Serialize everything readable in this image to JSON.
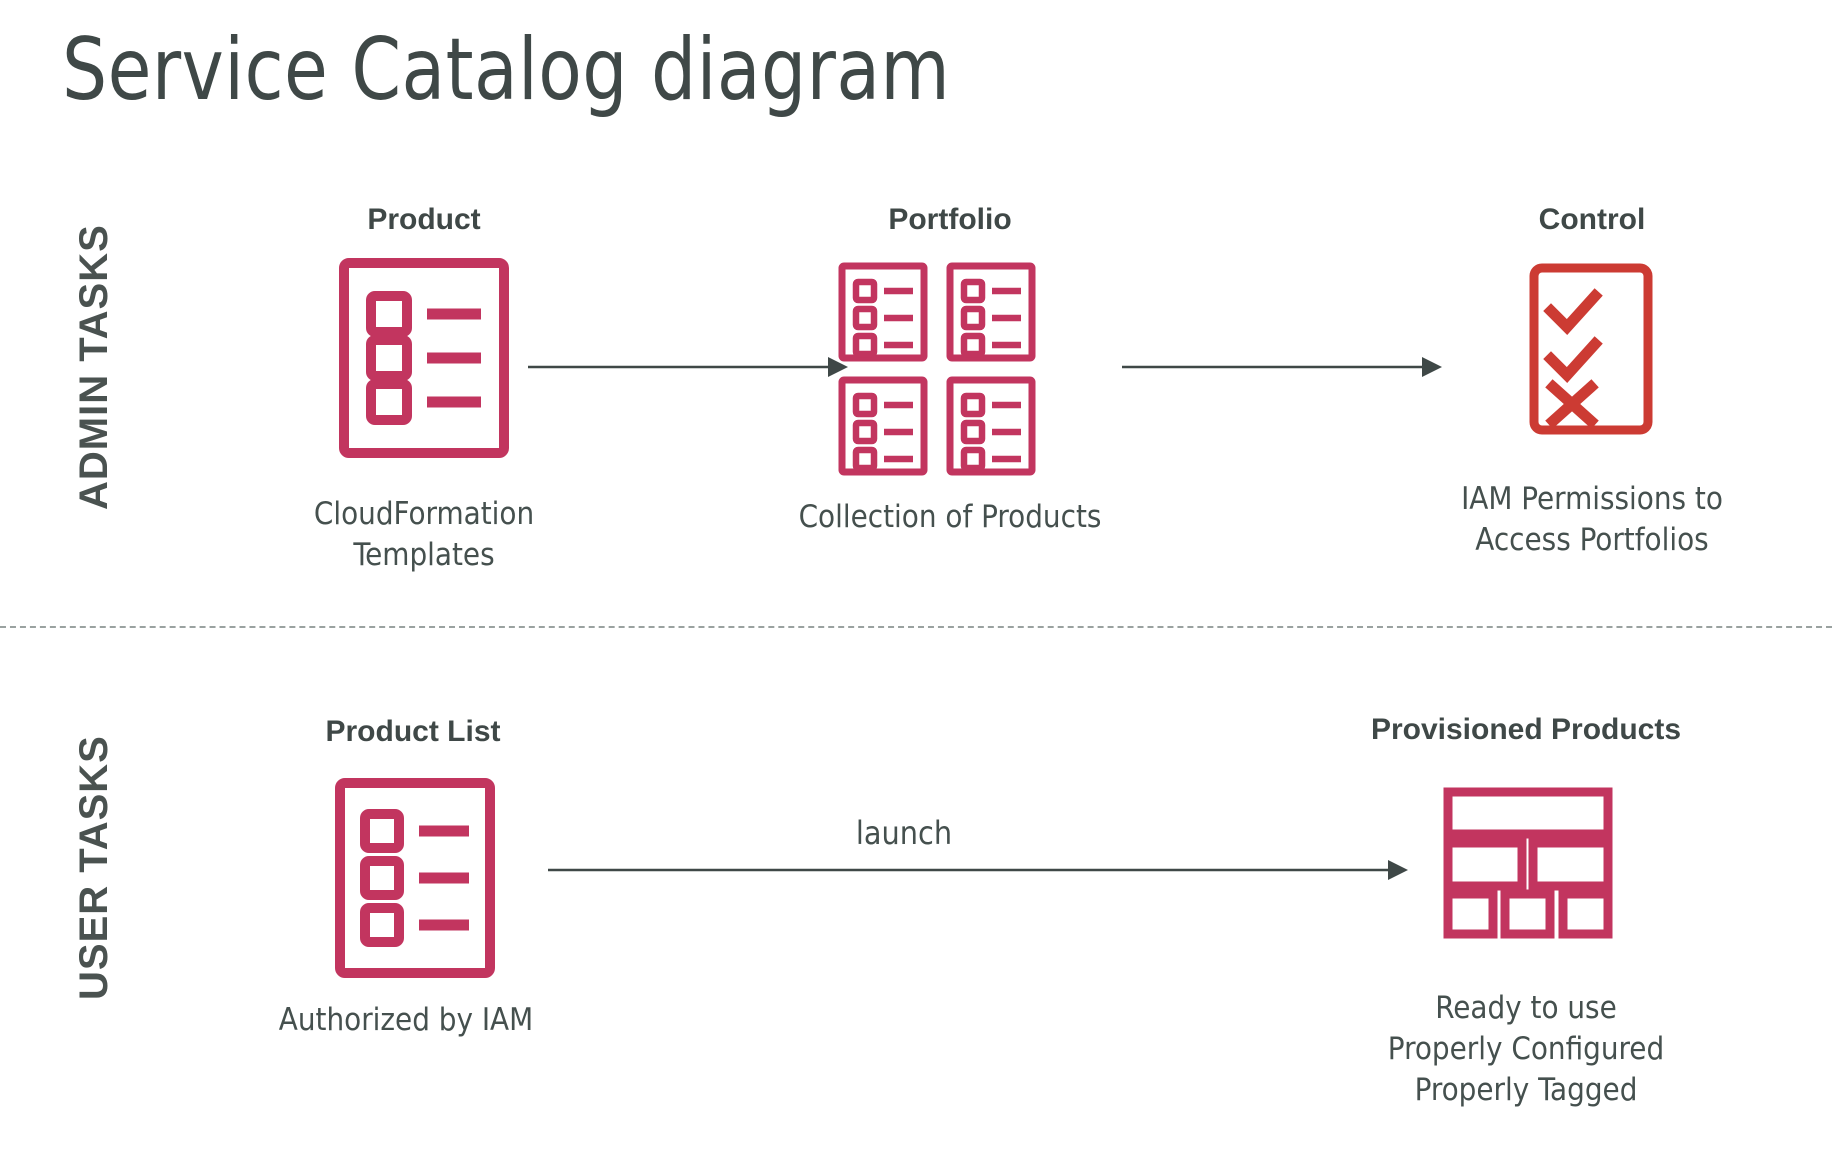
{
  "title": "Service Catalog diagram",
  "colors": {
    "crimson": "#C2355F",
    "red": "#CC3B33",
    "text_dark": "#3f4847",
    "text_body": "#45504e",
    "arrow": "#3f4847",
    "divider": "#9aa2a0",
    "background": "#ffffff"
  },
  "bands": [
    {
      "id": "admin",
      "label": "ADMIN TASKS"
    },
    {
      "id": "user",
      "label": "USER TASKS"
    }
  ],
  "admin_row": {
    "nodes": [
      {
        "id": "product",
        "title": "Product",
        "caption": "CloudFormation\nTemplates",
        "icon": "checklist-document-icon",
        "color": "#C2355F"
      },
      {
        "id": "portfolio",
        "title": "Portfolio",
        "caption": "Collection of Products",
        "icon": "four-checklist-documents-icon",
        "color": "#C2355F"
      },
      {
        "id": "control",
        "title": "Control",
        "caption": "IAM Permissions to\nAccess Portfolios",
        "icon": "check-check-cross-document-icon",
        "color": "#CC3B33"
      }
    ],
    "arrows": [
      {
        "id": "product-to-portfolio",
        "label": ""
      },
      {
        "id": "portfolio-to-control",
        "label": ""
      }
    ]
  },
  "user_row": {
    "nodes": [
      {
        "id": "product-list",
        "title": "Product List",
        "caption": "Authorized by IAM",
        "icon": "checklist-document-icon",
        "color": "#C2355F"
      },
      {
        "id": "provisioned-products",
        "title": "Provisioned Products",
        "caption": "Ready to use\nProperly Configured\nProperly Tagged",
        "icon": "layout-blocks-icon",
        "color": "#C2355F"
      }
    ],
    "arrows": [
      {
        "id": "launch-arrow",
        "label": "launch"
      }
    ]
  }
}
